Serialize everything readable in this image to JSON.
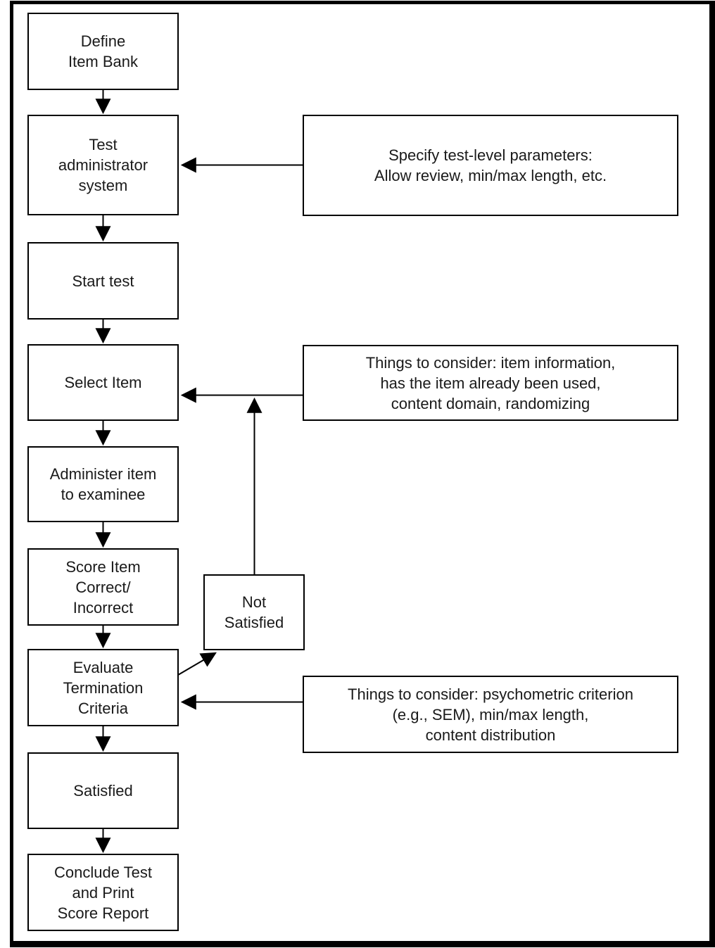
{
  "diagram": {
    "title_hint": "Computerized adaptive testing process flowchart",
    "colors": {
      "background": "#ffffff",
      "line": "#000000",
      "text": "#1a1a1a"
    },
    "main_steps": [
      {
        "id": "define-item-bank",
        "label": "Define\nItem Bank"
      },
      {
        "id": "test-administrator-system",
        "label": "Test\nadministrator\nsystem"
      },
      {
        "id": "start-test",
        "label": "Start test"
      },
      {
        "id": "select-item",
        "label": "Select Item"
      },
      {
        "id": "administer-item-to-examinee",
        "label": "Administer item\nto examinee"
      },
      {
        "id": "score-item-correct-incorrect",
        "label": "Score Item\nCorrect/\nIncorrect"
      },
      {
        "id": "evaluate-termination-criteria",
        "label": "Evaluate\nTermination\nCriteria"
      },
      {
        "id": "satisfied",
        "label": "Satisfied"
      },
      {
        "id": "conclude-test-print-report",
        "label": "Conclude Test\nand Print\nScore Report"
      }
    ],
    "branch": {
      "id": "not-satisfied",
      "label": "Not\nSatisfied"
    },
    "annotations": [
      {
        "target": "test-administrator-system",
        "label": "Specify test-level parameters:\nAllow review, min/max length, etc."
      },
      {
        "target": "select-item",
        "label": "Things to consider: item information,\nhas the item already been used,\ncontent domain, randomizing"
      },
      {
        "target": "evaluate-termination-criteria",
        "label": "Things to consider: psychometric criterion\n(e.g., SEM), min/max length,\ncontent distribution"
      }
    ],
    "connections": [
      {
        "from": "define-item-bank",
        "to": "test-administrator-system",
        "type": "arrow-down"
      },
      {
        "from": "test-administrator-system",
        "to": "start-test",
        "type": "arrow-down"
      },
      {
        "from": "start-test",
        "to": "select-item",
        "type": "arrow-down"
      },
      {
        "from": "select-item",
        "to": "administer-item-to-examinee",
        "type": "arrow-down"
      },
      {
        "from": "administer-item-to-examinee",
        "to": "score-item-correct-incorrect",
        "type": "arrow-down"
      },
      {
        "from": "score-item-correct-incorrect",
        "to": "evaluate-termination-criteria",
        "type": "arrow-down"
      },
      {
        "from": "evaluate-termination-criteria",
        "to": "satisfied",
        "type": "arrow-down"
      },
      {
        "from": "satisfied",
        "to": "conclude-test-print-report",
        "type": "arrow-down"
      },
      {
        "from": "annotation-0",
        "to": "test-administrator-system",
        "type": "arrow-left"
      },
      {
        "from": "annotation-1",
        "to": "select-item",
        "type": "arrow-left"
      },
      {
        "from": "annotation-2",
        "to": "evaluate-termination-criteria",
        "type": "arrow-left"
      },
      {
        "from": "evaluate-termination-criteria",
        "to": "not-satisfied",
        "type": "arrow-diagonal"
      },
      {
        "from": "not-satisfied",
        "to": "select-item",
        "type": "arrow-up-loop"
      }
    ]
  }
}
